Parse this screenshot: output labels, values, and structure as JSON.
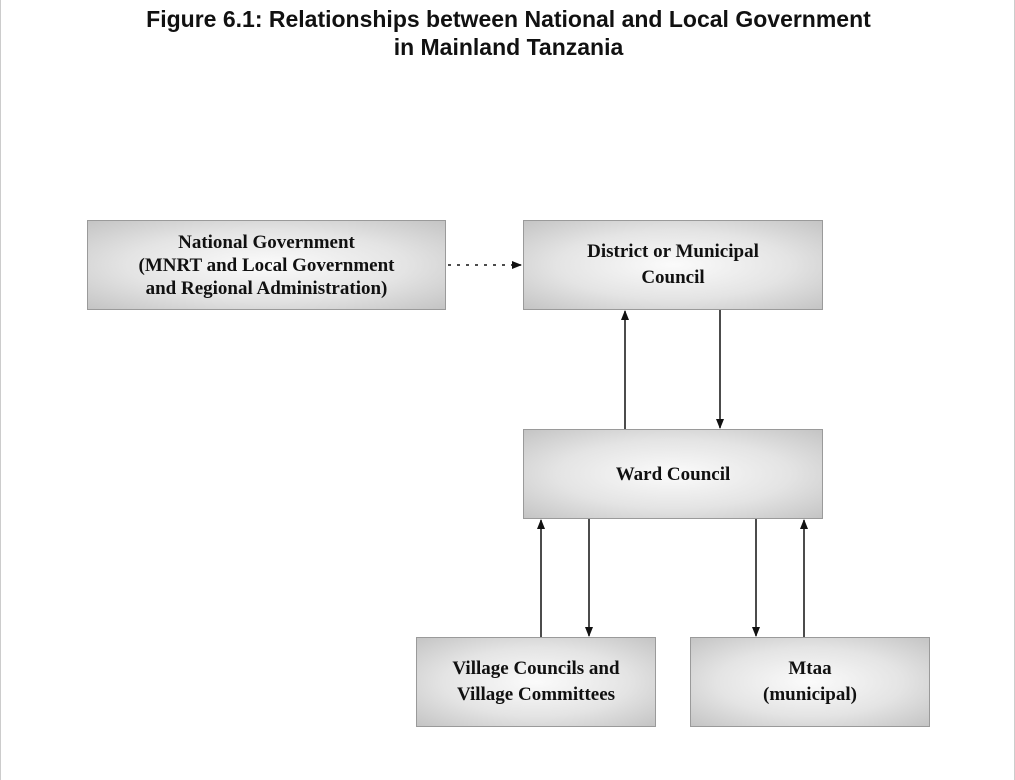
{
  "title": {
    "line1": "Figure 6.1: Relationships between National and Local Government",
    "line2": "in Mainland Tanzania"
  },
  "nodes": {
    "national": [
      "National Government",
      "(MNRT and Local Government",
      "and Regional Administration)"
    ],
    "district": [
      "District or Municipal",
      "Council"
    ],
    "ward": [
      "Ward Council"
    ],
    "village": [
      "Village Councils and",
      "Village Committees"
    ],
    "mtaa": [
      "Mtaa",
      "(municipal)"
    ]
  },
  "edges": [
    {
      "from": "national",
      "to": "district",
      "style": "dotted"
    },
    {
      "from": "ward",
      "to": "district",
      "style": "solid"
    },
    {
      "from": "district",
      "to": "ward",
      "style": "solid"
    },
    {
      "from": "village",
      "to": "ward",
      "style": "solid"
    },
    {
      "from": "ward",
      "to": "village",
      "style": "solid"
    },
    {
      "from": "ward",
      "to": "mtaa",
      "style": "solid"
    },
    {
      "from": "mtaa",
      "to": "ward",
      "style": "solid"
    }
  ]
}
